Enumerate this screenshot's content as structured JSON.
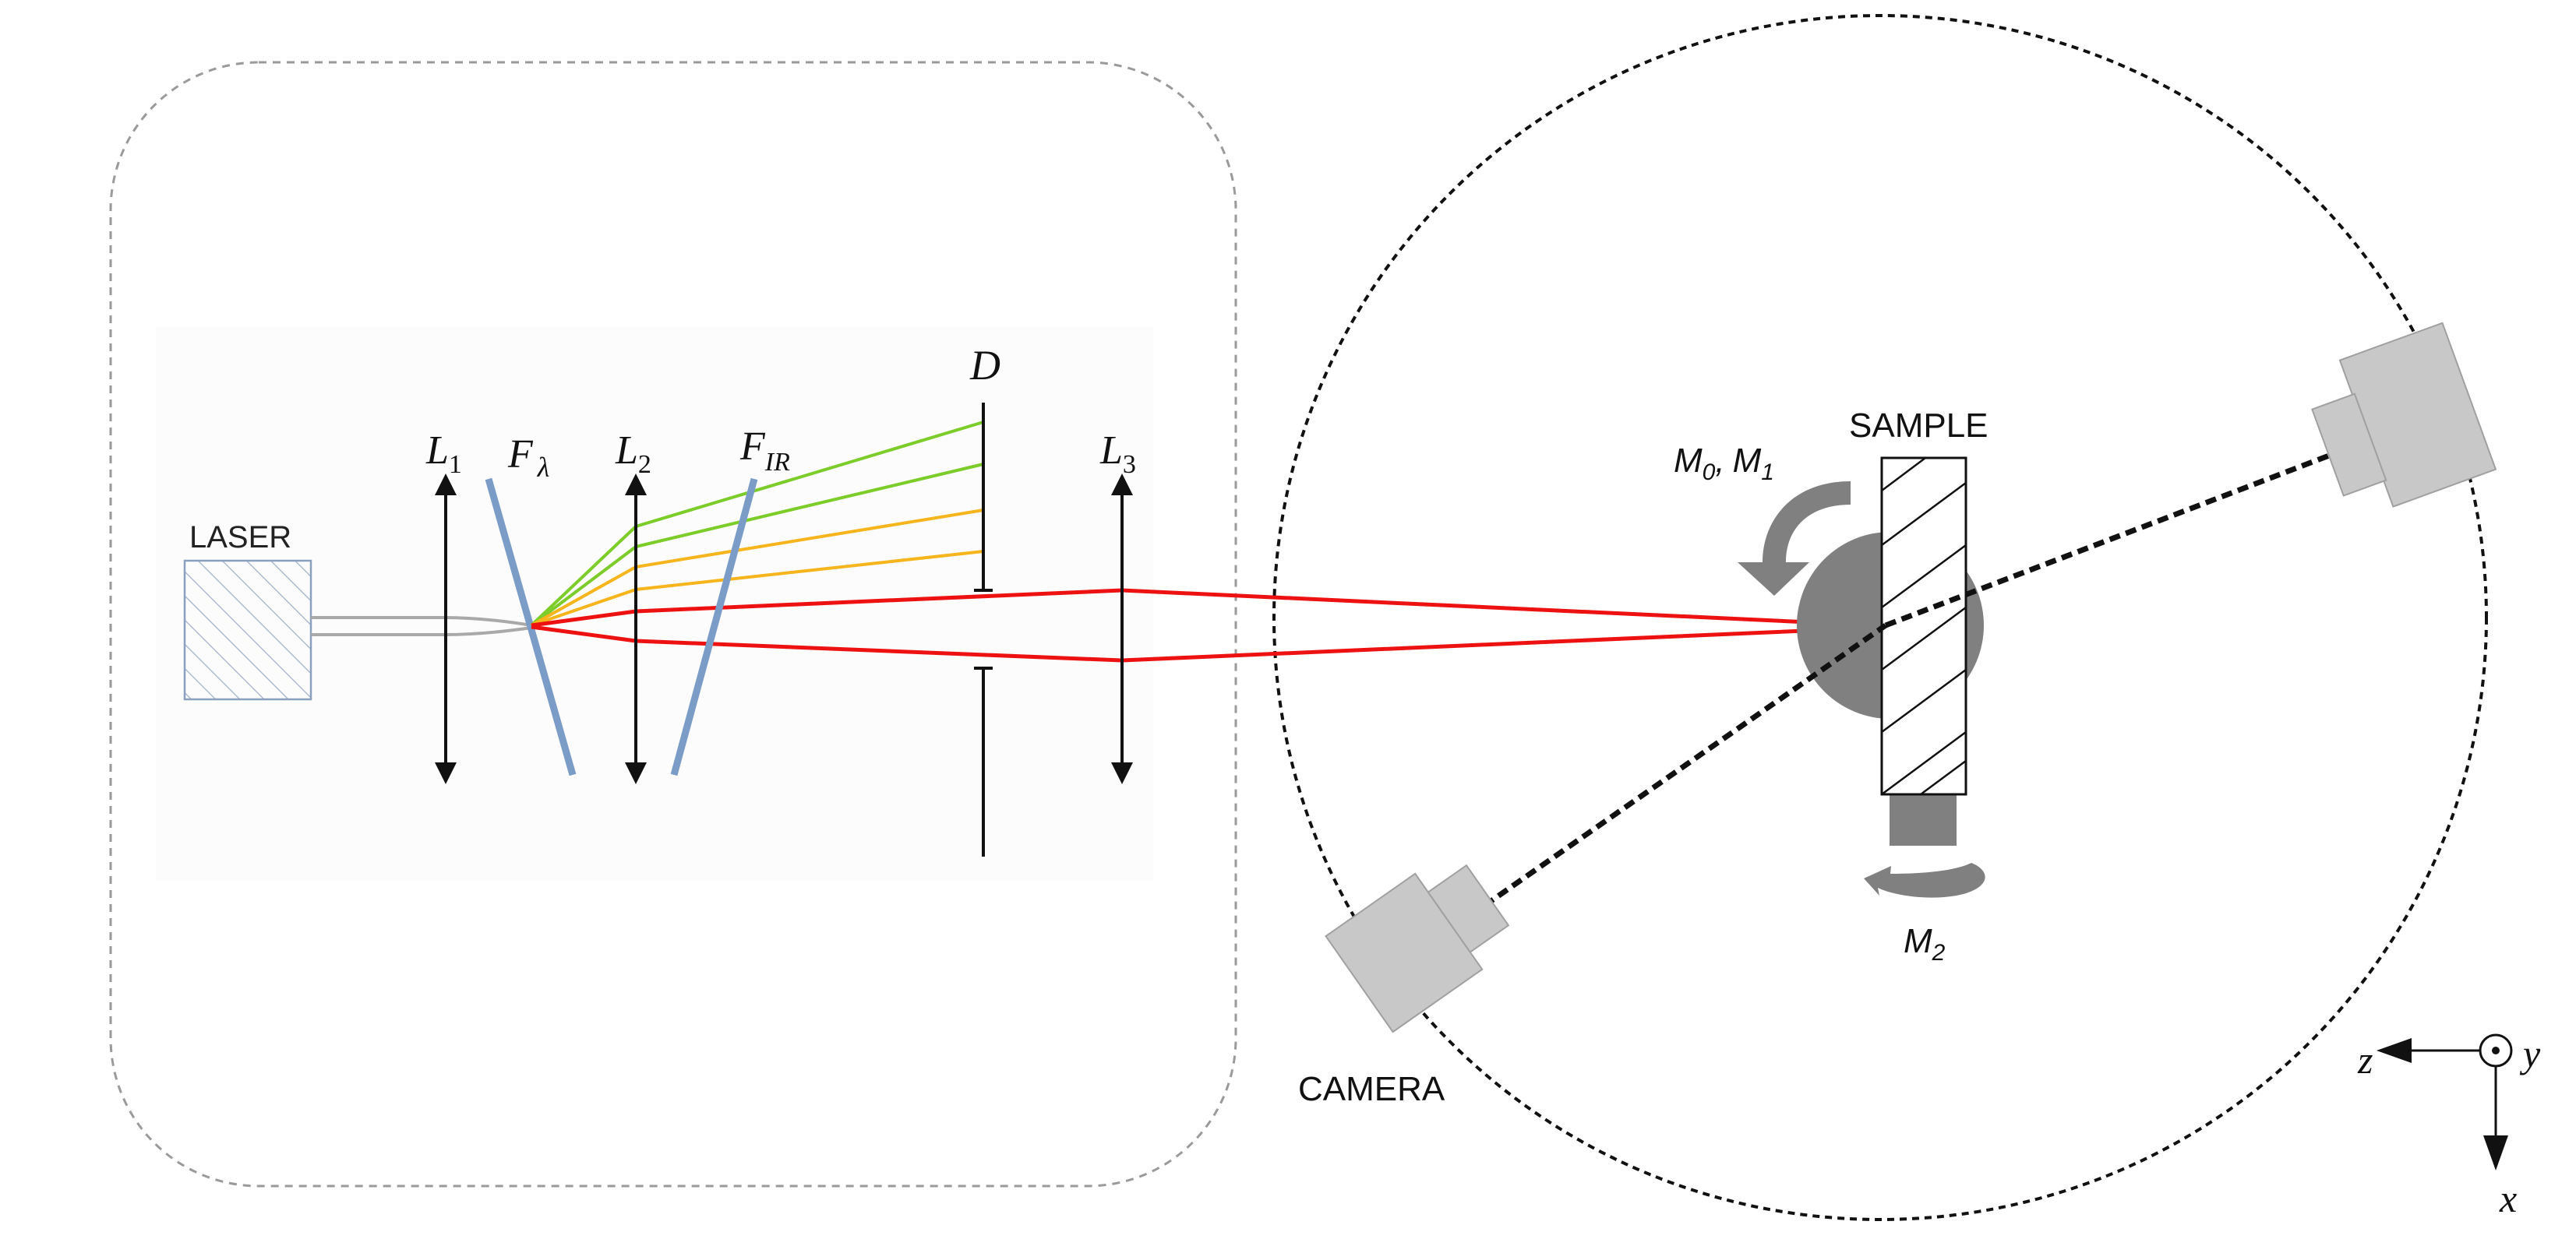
{
  "labels": {
    "laser": "LASER",
    "sample": "SAMPLE",
    "camera": "CAMERA",
    "lens1": {
      "main": "L",
      "sub": "1"
    },
    "filter_lambda": {
      "main": "F",
      "sub": "λ"
    },
    "lens2": {
      "main": "L",
      "sub": "2"
    },
    "filter_ir": {
      "main": "F",
      "sub": "IR"
    },
    "diaphragm": "D",
    "lens3": {
      "main": "L",
      "sub": "3"
    },
    "motors_01": {
      "m0": "M",
      "m0_sub": "0",
      "sep": ",",
      "m1": "M",
      "m1_sub": "1"
    },
    "motor_2": {
      "main": "M",
      "sub": "2"
    },
    "axes": {
      "z": "z",
      "y": "y",
      "x": "x"
    }
  },
  "colors": {
    "enclosure_border": "#9a9a9a",
    "chamber_border": "#111111",
    "filter": "#7a9cc6",
    "beam_red": "#ee1111",
    "beam_green": "#7ccc2a",
    "beam_orange": "#f6b51c",
    "fiber": "#a9a9a9",
    "device_gray": "#c8c8c8",
    "mount_gray": "#808080",
    "laser_hatch": "#9fb0c8"
  }
}
